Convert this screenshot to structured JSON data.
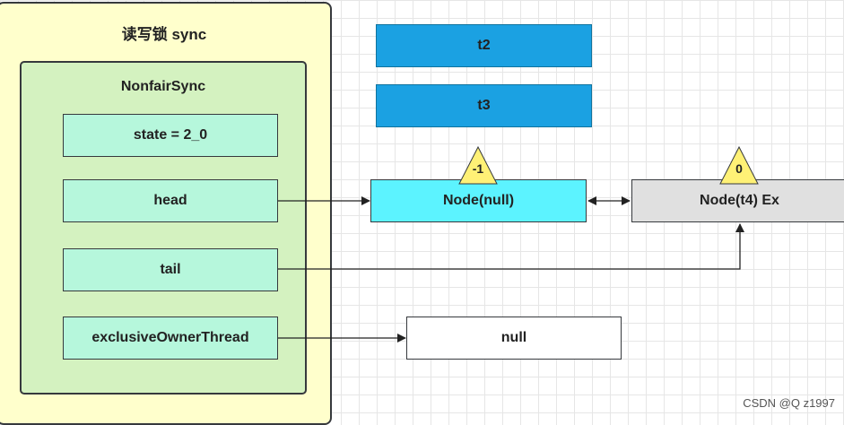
{
  "outer": {
    "title": "读写锁 sync"
  },
  "inner": {
    "title": "NonfairSync",
    "fields": [
      "state = 2_0",
      "head",
      "tail",
      "exclusiveOwnerThread"
    ]
  },
  "threads": [
    "t2",
    "t3"
  ],
  "nodes": {
    "first": {
      "label": "Node(null)",
      "wait_status": "-1"
    },
    "second": {
      "label": "Node(t4) Ex",
      "wait_status": "0"
    }
  },
  "null_box": "null",
  "footer": "CSDN @Q z1997",
  "colors": {
    "outer_fill": "#ffffcc",
    "inner_fill": "#d4f2c0",
    "field_fill": "#b6f7dc",
    "thread_fill": "#1ba1e2",
    "node_null_fill": "#5cf3ff",
    "node_t4_fill": "#e0e0e0",
    "triangle_fill": "#fff176"
  }
}
